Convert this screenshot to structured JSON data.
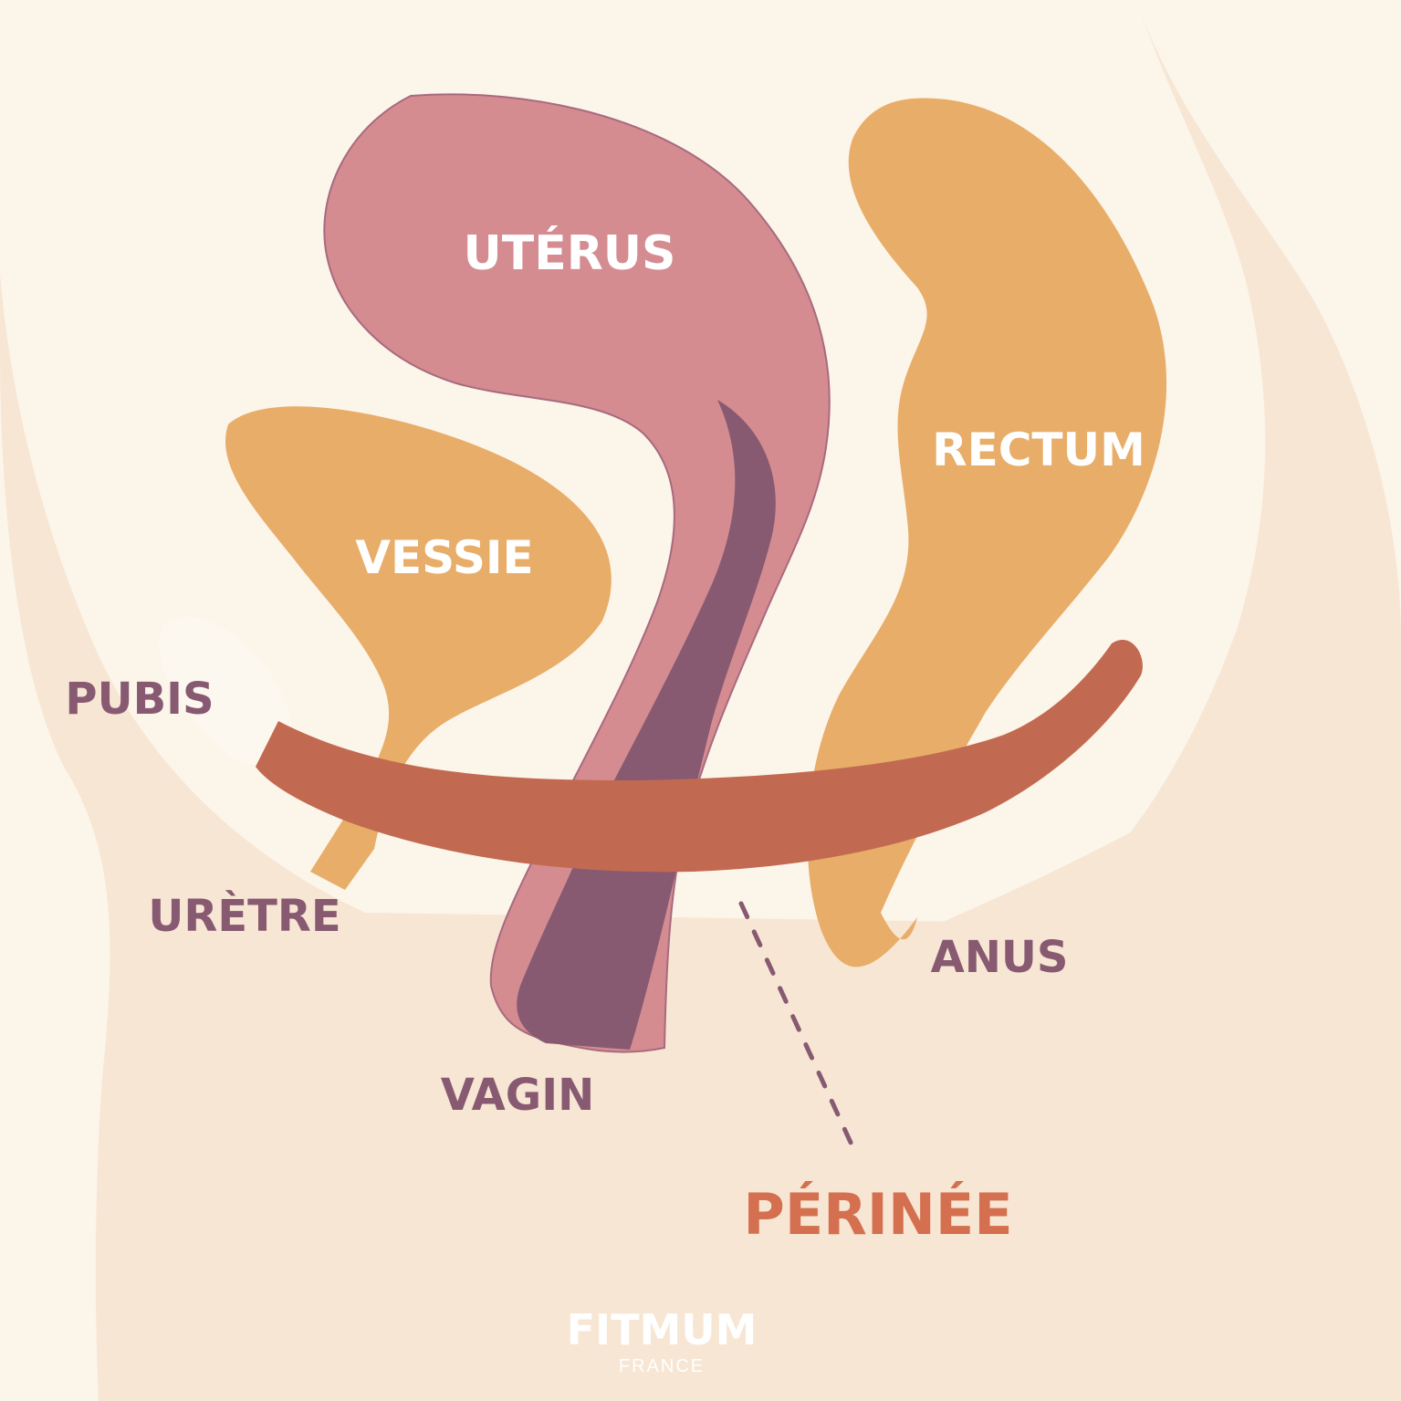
{
  "labels": {
    "uterus": "UTÉRUS",
    "rectum": "RECTUM",
    "bladder": "VESSIE",
    "pubis": "PUBIS",
    "urethra": "URÈTRE",
    "anus": "ANUS",
    "vagina": "VAGIN",
    "perineum": "PÉRINÉE"
  },
  "logo": {
    "name": "FITMUM",
    "tagline": "FRANCE"
  },
  "colors": {
    "background": "#fcf5ea",
    "body": "#f7e6d3",
    "uterus": "#d48c91",
    "vagina_canal": "#875a72",
    "orange_organs": "#e8ad68",
    "pubis_bone": "#fdf8ef",
    "perineum_muscle": "#c26a51",
    "dark_label": "#875a72",
    "perineum_label": "#d4704f",
    "white_label": "#ffffff"
  }
}
